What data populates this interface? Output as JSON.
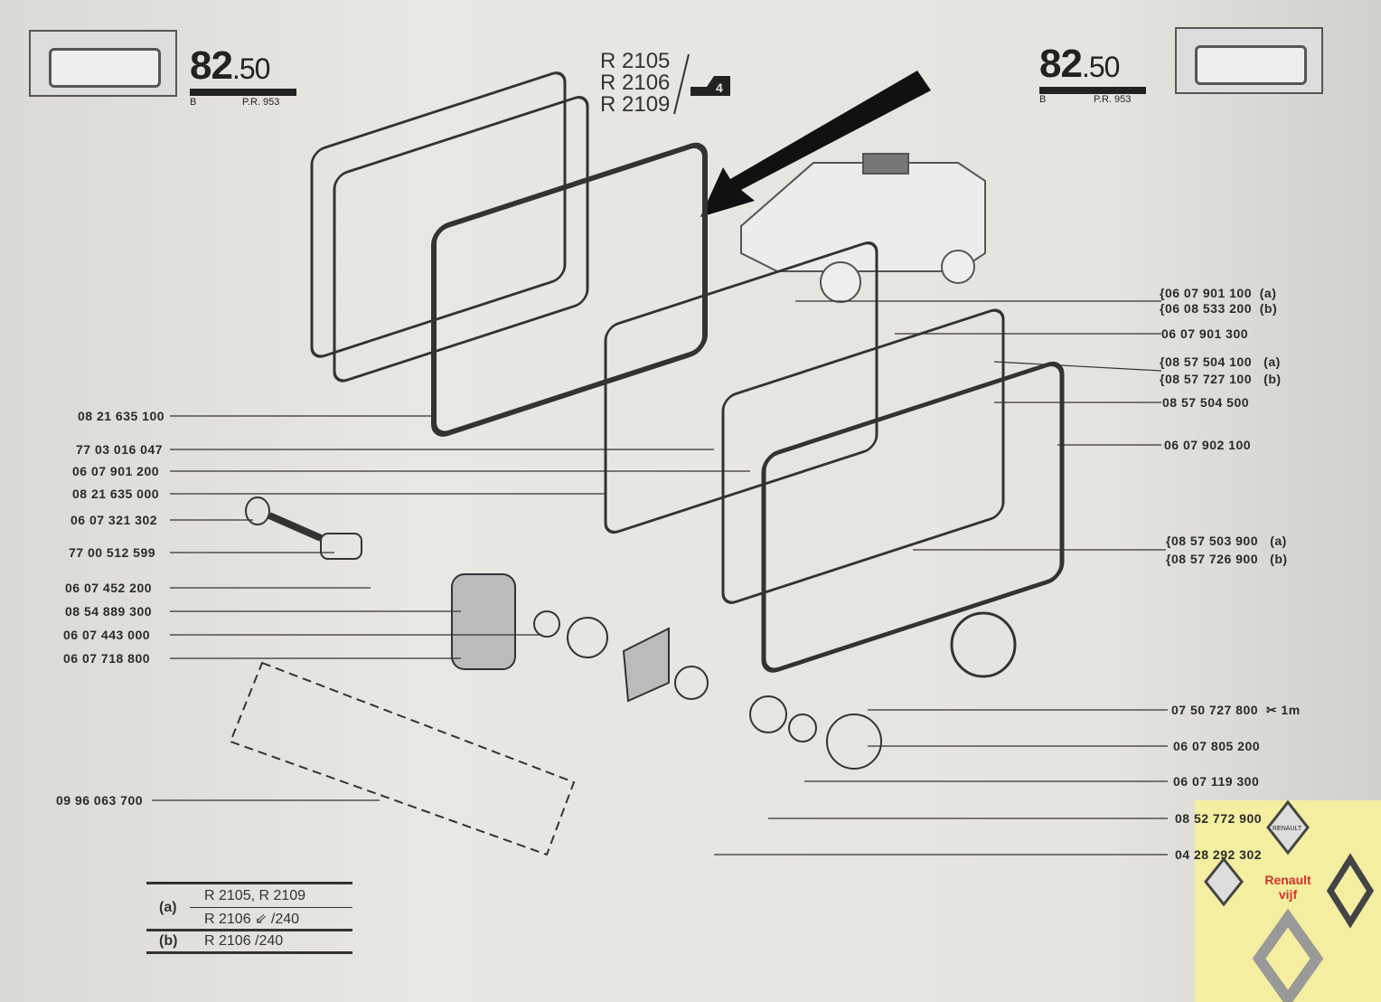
{
  "header": {
    "page_number_main": "82",
    "page_number_sub": ".50",
    "left_code": "B",
    "pr_ref": "P.R. 953",
    "models": [
      "R 2105",
      "R 2106",
      "R 2109"
    ],
    "vehicle_badge": "4"
  },
  "labels_left": [
    "08 21 635 100",
    "77 03 016 047",
    "06 07 901 200",
    "08 21 635 000",
    "06 07 321 302",
    "77 00 512 599",
    "06 07 452 200",
    "08 54 889 300",
    "06 07 443 000",
    "06 07 718 800",
    "09 96 063 700"
  ],
  "labels_right": [
    {
      "part": "06 07 901 100",
      "variant": "(a)"
    },
    {
      "part": "06 08 533 200",
      "variant": "(b)"
    },
    {
      "part": "06 07 901 300",
      "variant": ""
    },
    {
      "part": "08 57 504 100",
      "variant": "(a)"
    },
    {
      "part": "08 57 727 100",
      "variant": "(b)"
    },
    {
      "part": "08 57 504 500",
      "variant": ""
    },
    {
      "part": "06 07 902 100",
      "variant": ""
    },
    {
      "part": "08 57 503 900",
      "variant": "(a)"
    },
    {
      "part": "08 57 726 900",
      "variant": "(b)"
    },
    {
      "part": "07 50 727 800",
      "variant": "✂ 1m"
    },
    {
      "part": "06 07 805 200",
      "variant": ""
    },
    {
      "part": "06 07 119 300",
      "variant": ""
    },
    {
      "part": "08 52 772 900",
      "variant": ""
    },
    {
      "part": "04 28 292 302",
      "variant": ""
    }
  ],
  "legend": {
    "a_key": "(a)",
    "a_line1": "R 2105, R 2109",
    "a_line2": "R 2106  ⇙  /240",
    "b_key": "(b)",
    "b_line": "R 2106  /240"
  },
  "watermark": {
    "brand": "Renault",
    "sub": "vijf",
    "badge": "RENAULT"
  }
}
